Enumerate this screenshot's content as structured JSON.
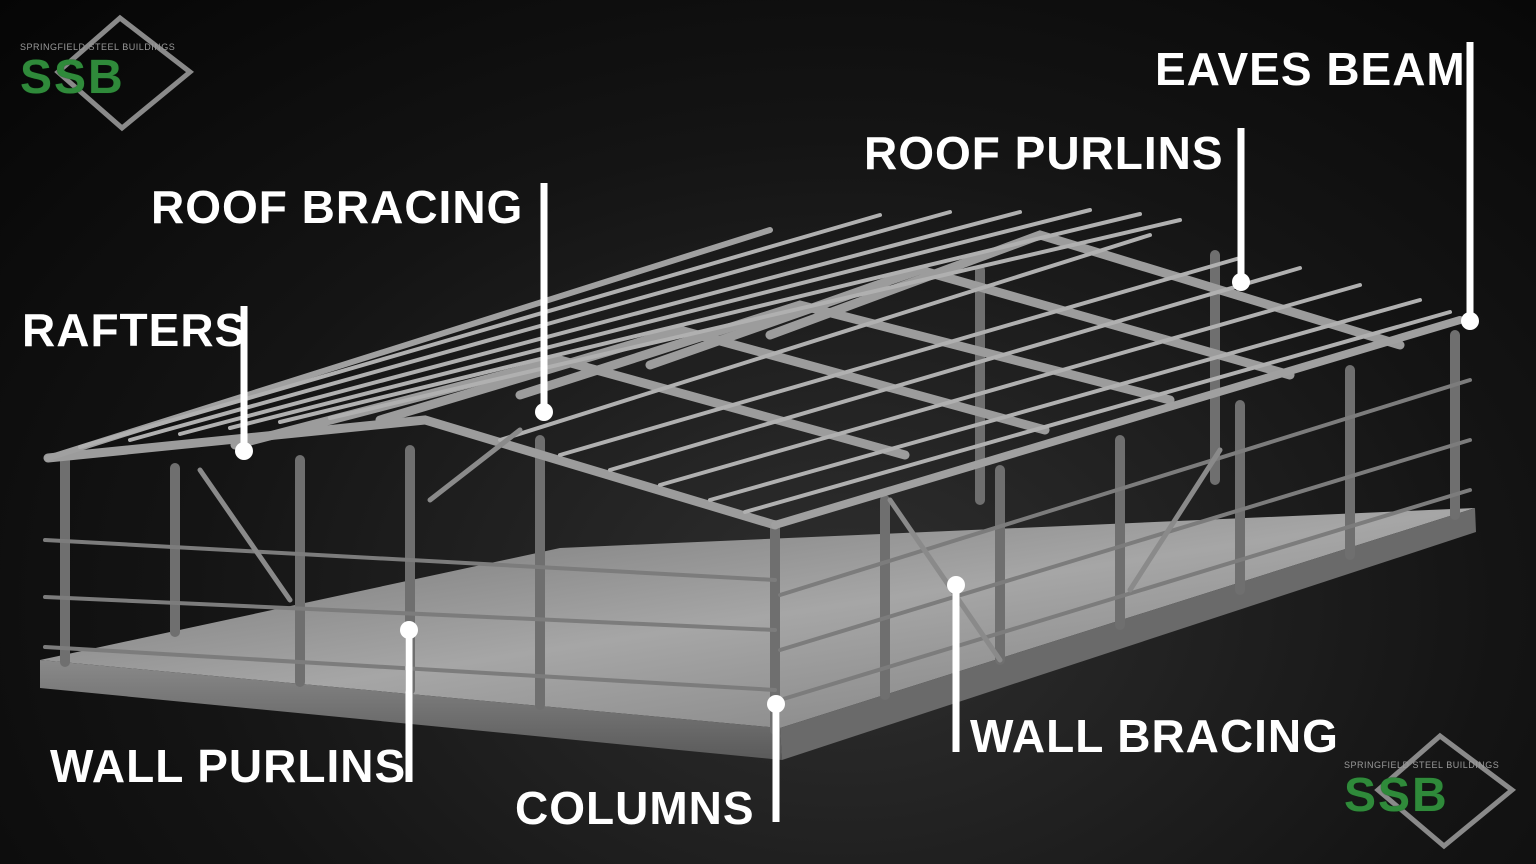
{
  "labels": {
    "eaves_beam": "EAVES BEAM",
    "roof_purlins": "ROOF PURLINS",
    "roof_bracing": "ROOF BRACING",
    "rafters": "RAFTERS",
    "wall_purlins": "WALL PURLINS",
    "columns": "COLUMNS",
    "wall_bracing": "WALL BRACING"
  },
  "logo": {
    "company": "SPRINGFIELD STEEL BUILDINGS",
    "mark": "SSB"
  },
  "colors": {
    "label_text": "#ffffff",
    "leader_line": "#ffffff",
    "logo_green": "#2f8a3a",
    "steel": "#8c8c8c",
    "floor": "#9a9a9a",
    "background": "#0a0a0a"
  }
}
